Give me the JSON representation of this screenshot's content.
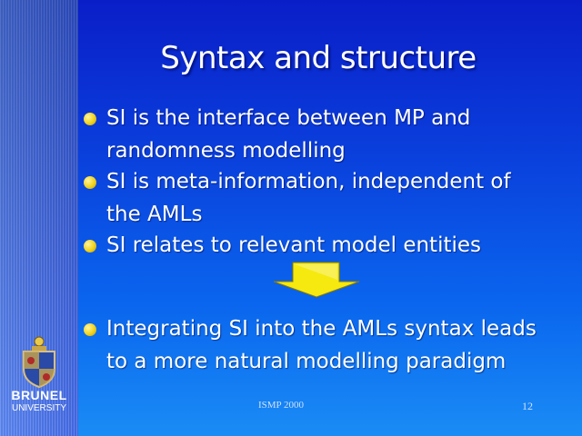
{
  "slide": {
    "title": "Syntax and structure",
    "bullets": [
      "SI is the interface between MP and randomness modelling",
      "SI is meta-information, independent of the AMLs",
      "SI relates to relevant model entities",
      "Integrating SI into the AMLs syntax leads to a more natural modelling paradigm"
    ],
    "footer_center": "ISMP 2000",
    "page_number": "12"
  },
  "logo": {
    "line1": "BRUNEL",
    "line2": "UNIVERSITY"
  },
  "colors": {
    "background": "#0a3fdc",
    "bullet": "#f1d21a",
    "arrow": "#f5e90f",
    "text": "#ffffff"
  },
  "icons": {
    "bullet": "yellow-circle-bullet",
    "arrow": "down-arrow-icon",
    "logo": "brunel-crest-icon"
  }
}
